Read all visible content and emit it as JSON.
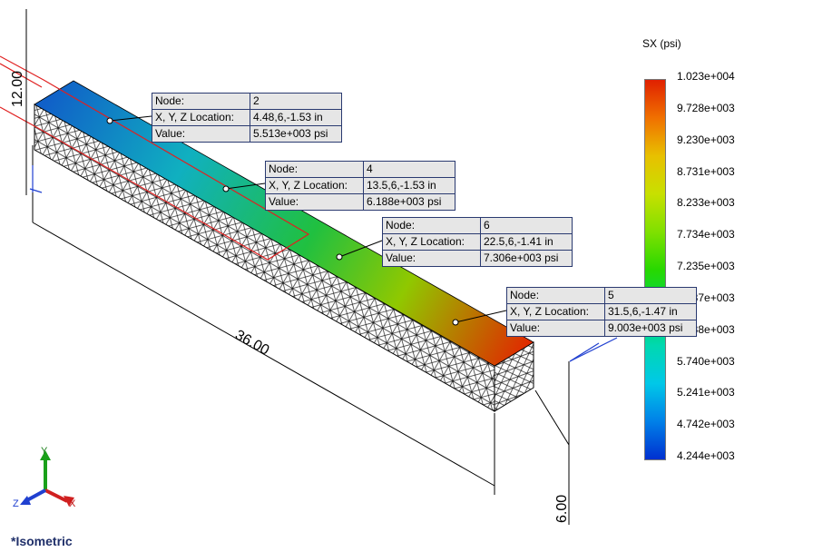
{
  "legend": {
    "title": "SX (psi)",
    "ticks": [
      "1.023e+004",
      "9.728e+003",
      "9.230e+003",
      "8.731e+003",
      "8.233e+003",
      "7.734e+003",
      "7.235e+003",
      "6.737e+003",
      "6.238e+003",
      "5.740e+003",
      "5.241e+003",
      "4.742e+003",
      "4.244e+003"
    ],
    "colors": [
      "#e02000",
      "#f07000",
      "#e8c000",
      "#c8e000",
      "#80e000",
      "#28d800",
      "#00d850",
      "#00d8b0",
      "#00c8e8",
      "#0080e8",
      "#0030d0"
    ]
  },
  "dimensions": {
    "height": "12.00",
    "length": "36.00",
    "depth": "6.00"
  },
  "probe_labels": {
    "node": "Node:",
    "location": "X, Y, Z Location:",
    "value": "Value:"
  },
  "probes": [
    {
      "node": "2",
      "location": "4.48,6,-1.53 in",
      "value": "5.513e+003 psi"
    },
    {
      "node": "4",
      "location": "13.5,6,-1.53 in",
      "value": "6.188e+003 psi"
    },
    {
      "node": "6",
      "location": "22.5,6,-1.41 in",
      "value": "7.306e+003 psi"
    },
    {
      "node": "5",
      "location": "31.5,6,-1.47 in",
      "value": "9.003e+003 psi"
    }
  ],
  "triad": {
    "x": "X",
    "y": "Y",
    "z": "Z"
  },
  "view_label": "*Isometric"
}
